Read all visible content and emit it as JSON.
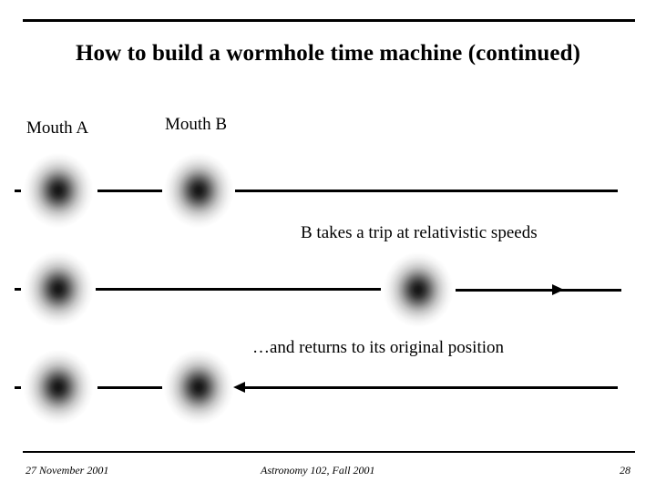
{
  "slide": {
    "title": "How to build a wormhole time machine (continued)",
    "labels": {
      "mouth_a": "Mouth A",
      "mouth_b": "Mouth B"
    },
    "annotations": {
      "trip": "B takes a trip at relativistic speeds",
      "return": "…and returns to its original position"
    },
    "footer": {
      "date": "27 November 2001",
      "course": "Astronomy 102, Fall 2001",
      "page": "28"
    },
    "colors": {
      "background": "#ffffff",
      "ink": "#000000",
      "blob_core": "#151515"
    }
  }
}
